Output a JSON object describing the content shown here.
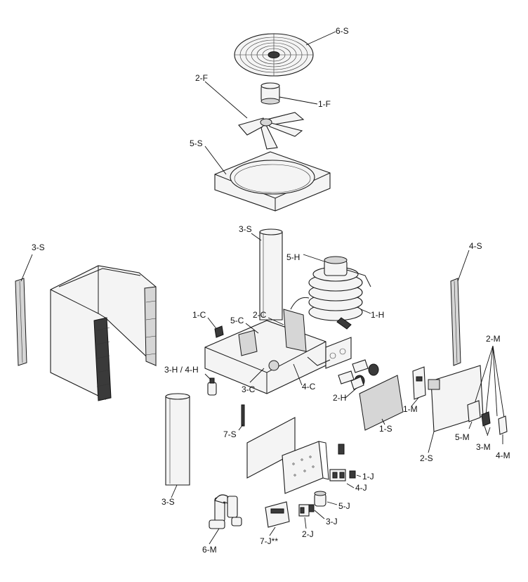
{
  "labels": {
    "fan_guard": "6-S",
    "fan_blade": "2-F",
    "fan_motor": "1-F",
    "top_panel": "5-S",
    "center_post_top": "3-S",
    "left_post": "3-S",
    "right_post": "4-S",
    "heat_exchanger_cap": "5-H",
    "heat_exchanger": "1-H",
    "part_1c": "1-C",
    "part_5c": "5-C",
    "part_2c": "2-C",
    "part_3c": "3-C",
    "part_4c": "4-C",
    "part_3h_4h": "3-H / 4-H",
    "part_2h": "2-H",
    "part_7s": "7-S",
    "part_1s": "1-S",
    "part_1m": "1-M",
    "part_2m": "2-M",
    "part_5m": "5-M",
    "part_3m": "3-M",
    "part_4m": "4-M",
    "part_2s": "2-S",
    "front_post": "3-S",
    "part_1j": "1-J",
    "part_4j": "4-J",
    "part_5j": "5-J",
    "part_3j": "3-J",
    "part_2j": "2-J",
    "part_7j": "7-J**",
    "part_6m": "6-M"
  }
}
